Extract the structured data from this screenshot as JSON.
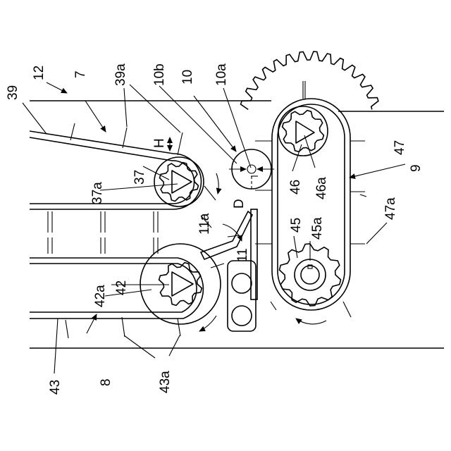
{
  "labels": {
    "l39": "39",
    "l12": "12",
    "l7": "7",
    "l39a": "39a",
    "l10b": "10b",
    "l10": "10",
    "l10a": "10a",
    "lH": "H",
    "l37": "37",
    "l37a": "37a",
    "l11a": "11a",
    "l11": "11",
    "lD": "D",
    "l42": "42",
    "l42a": "42a",
    "l43": "43",
    "l8": "8",
    "l43a": "43a",
    "l46": "46",
    "l46a": "46a",
    "l47": "47",
    "l9": "9",
    "l47a": "47a",
    "l45": "45",
    "l45a": "45a"
  }
}
